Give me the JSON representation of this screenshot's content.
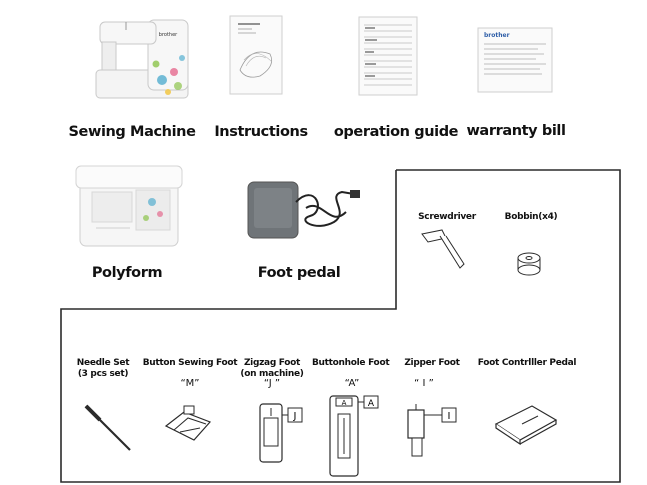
{
  "top_items": [
    {
      "label": "Sewing Machine"
    },
    {
      "label": "Instructions"
    },
    {
      "label": "operation guide"
    },
    {
      "label": "warranty bill"
    }
  ],
  "middle_items": [
    {
      "label": "Polyform"
    },
    {
      "label": "Foot pedal"
    }
  ],
  "box_items": [
    {
      "label": "Screwdriver"
    },
    {
      "label": "Bobbin(x4)"
    }
  ],
  "bottom_items": [
    {
      "label": "Needle Set",
      "sub": "(3 pcs set)",
      "code": ""
    },
    {
      "label": "Button Sewing Foot",
      "sub": "",
      "code": "“M”"
    },
    {
      "label": "Zigzag Foot",
      "sub": "(on machine)",
      "code": "“J ”"
    },
    {
      "label": "Buttonhole Foot",
      "sub": "",
      "code": "“A”"
    },
    {
      "label": "Zipper Foot",
      "sub": "",
      "code": "“ I ”"
    },
    {
      "label": "Foot Contrlller Pedal",
      "sub": "",
      "code": ""
    }
  ],
  "part_tags": {
    "zigzag": "J",
    "buttonhole": "A",
    "zipper": "I"
  },
  "brand_text": "brother",
  "colors": {
    "line": "#2b2b2b",
    "machine": "#f4f4f4",
    "pedal": "#6f7478",
    "flower_a": "#3aa3c9",
    "flower_b": "#e2557f",
    "flower_c": "#8bc34a"
  }
}
